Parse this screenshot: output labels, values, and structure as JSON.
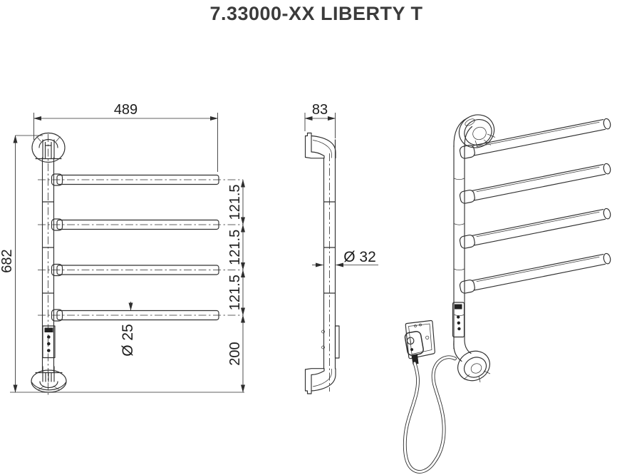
{
  "title": "7.33000-XX LIBERTY T",
  "colors": {
    "background": "#ffffff",
    "line": "#303030",
    "title_text": "#3b3b3b",
    "dimension_text": "#1d1d1d"
  },
  "views": {
    "front": {
      "dimensions": {
        "overall_width": "489",
        "overall_height": "682",
        "bar_spacing_1": "121.5",
        "bar_spacing_2": "121.5",
        "bar_spacing_3": "121.5",
        "bottom_offset": "200",
        "bar_diameter": "Ø 25"
      }
    },
    "side": {
      "dimensions": {
        "wall_depth": "83",
        "tube_diameter": "Ø 32"
      }
    }
  }
}
